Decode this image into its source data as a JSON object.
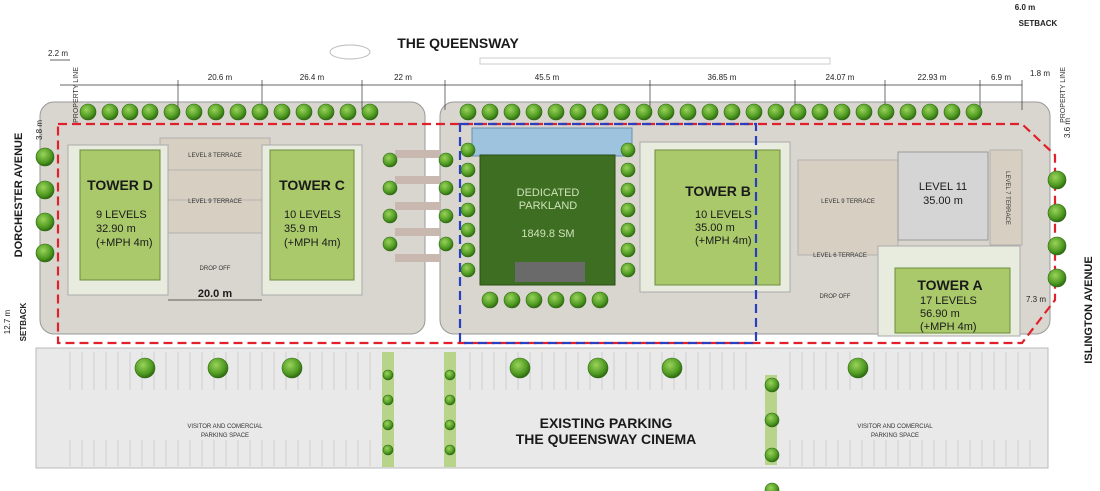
{
  "streets": {
    "north": "THE QUEENSWAY",
    "west": "DORCHESTER AVENUE",
    "east": "ISLINGTON AVENUE"
  },
  "setbacks": {
    "top_right_value": "6.0 m",
    "top_right_label": "SETBACK",
    "left_value": "12.7 m",
    "left_label": "SETBACK",
    "top_left_value": "2.2 m",
    "left_top_value": "3.8 m",
    "right_top_value": "3.6 m",
    "right_top_small": "1.8 m"
  },
  "property_line": "PROPERTY LINE",
  "dimensions": [
    "20.6 m",
    "26.4 m",
    "22 m",
    "45.5 m",
    "36.85 m",
    "24.07 m",
    "22.93 m",
    "6.9 m"
  ],
  "tower_spacing": "20.0 m",
  "tower_a_setback": "7.3 m",
  "towers": {
    "d": {
      "name": "TOWER D",
      "levels": "9 LEVELS",
      "height": "32.90 m",
      "mph": "(+MPH 4m)"
    },
    "c": {
      "name": "TOWER C",
      "levels": "10 LEVELS",
      "height": "35.9 m",
      "mph": "(+MPH 4m)"
    },
    "b": {
      "name": "TOWER B",
      "levels": "10 LEVELS",
      "height": "35.00 m",
      "mph": "(+MPH 4m)"
    },
    "a": {
      "name": "TOWER A",
      "levels": "17 LEVELS",
      "height": "56.90 m",
      "mph": "(+MPH 4m)"
    }
  },
  "level11": {
    "label": "LEVEL 11",
    "height": "35.00 m"
  },
  "terraces": {
    "level8_left": "LEVEL 8 TERRACE",
    "level9_left": "LEVEL 9 TERRACE",
    "level9_right": "LEVEL 9 TERRACE",
    "level6_right": "LEVEL 6 TERRACE",
    "level7_right": "LEVEL 7 TERRACE"
  },
  "drop_off_left": "DROP OFF",
  "drop_off_right": "DROP OFF",
  "park": {
    "line1": "DEDICATED",
    "line2": "PARKLAND",
    "area": "1849.8 SM"
  },
  "parking": {
    "title1": "EXISTING PARKING",
    "title2": "THE QUEENSWAY CINEMA",
    "note_left_1": "VISITOR AND COMERCIAL",
    "note_left_2": "PARKING SPACE",
    "note_right_1": "VISITOR AND COMERCIAL",
    "note_right_2": "PARKING SPACE"
  },
  "colors": {
    "tower": "#a9c96b",
    "park": "#3e6e22",
    "site_line_red": "#e0202a",
    "site_line_blue": "#2a3fc0",
    "tree": "#5aa32a",
    "paving": "#d9d6cf",
    "parking_lot": "#e9e9e9",
    "terrace": "#d6cfc2"
  }
}
